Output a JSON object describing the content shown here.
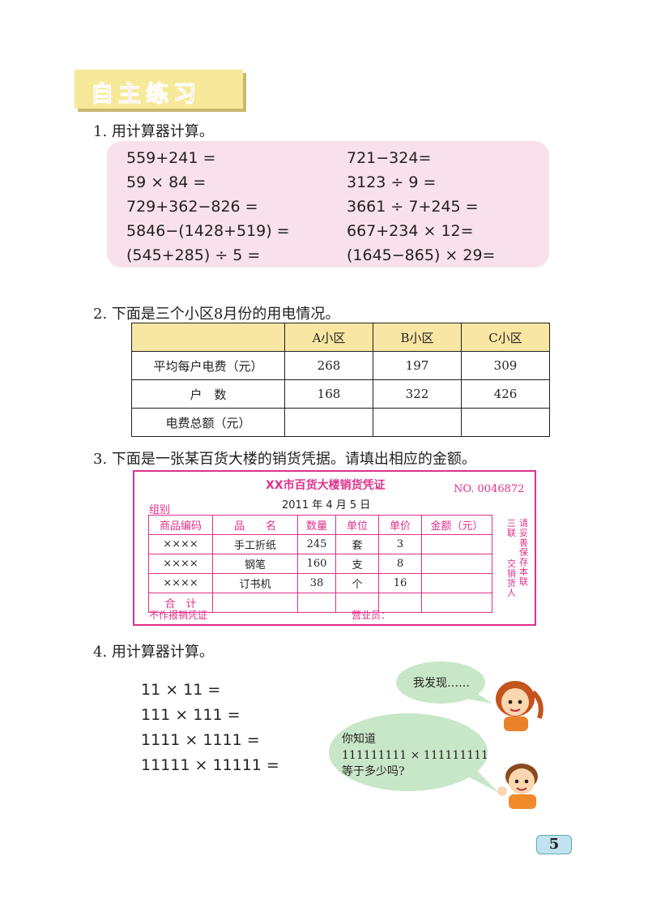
{
  "banner": {
    "title": "自主练习"
  },
  "q1": {
    "title": "1. 用计算器计算。",
    "left": [
      "559+241 =",
      "59 × 84 =",
      "729+362−826 =",
      "5846−(1428+519) =",
      "(545+285) ÷ 5 ="
    ],
    "right": [
      "721−324=",
      "3123 ÷ 9 =",
      "3661 ÷ 7+245 =",
      "667+234 × 12=",
      "(1645−865) × 29="
    ]
  },
  "q2": {
    "title": "2. 下面是三个小区8月份的用电情况。",
    "headers": [
      "",
      "A小区",
      "B小区",
      "C小区"
    ],
    "rows": [
      [
        "平均每户电费（元）",
        "268",
        "197",
        "309"
      ],
      [
        "户　数",
        "168",
        "322",
        "426"
      ],
      [
        "电费总额（元）",
        "",
        "",
        ""
      ]
    ]
  },
  "q3": {
    "title": "3. 下面是一张某百货大楼的销货凭据。请填出相应的金额。",
    "receipt": {
      "title": "XX市百货大楼销货凭证",
      "no": "NO. 0046872",
      "date": "2011 年 4 月 5 日",
      "group": "组别",
      "headers": [
        "商品编码",
        "品　　名",
        "数量",
        "单位",
        "单价",
        "金额（元）"
      ],
      "rows": [
        [
          "××××",
          "手工折纸",
          "245",
          "套",
          "3",
          ""
        ],
        [
          "××××",
          "钢笔",
          "160",
          "支",
          "8",
          ""
        ],
        [
          "××××",
          "订书机",
          "38",
          "个",
          "16",
          ""
        ],
        [
          "合　计",
          "",
          "",
          "",
          "",
          ""
        ]
      ],
      "side1": "三联",
      "side2": "请妥善保存本联",
      "side3": "交销货人",
      "footer_left": "不作报销凭证",
      "footer_right": "营业员："
    }
  },
  "q4": {
    "title": "4. 用计算器计算。",
    "exprs": [
      "11 × 11 =",
      "111 × 111 =",
      "1111 × 1111 =",
      "11111 × 11111 ="
    ],
    "bubble1": "我发现……",
    "bubble2_line1": "你知道",
    "bubble2_line2": "111111111 × 111111111",
    "bubble2_line3": "等于多少吗?"
  },
  "page_number": "5"
}
